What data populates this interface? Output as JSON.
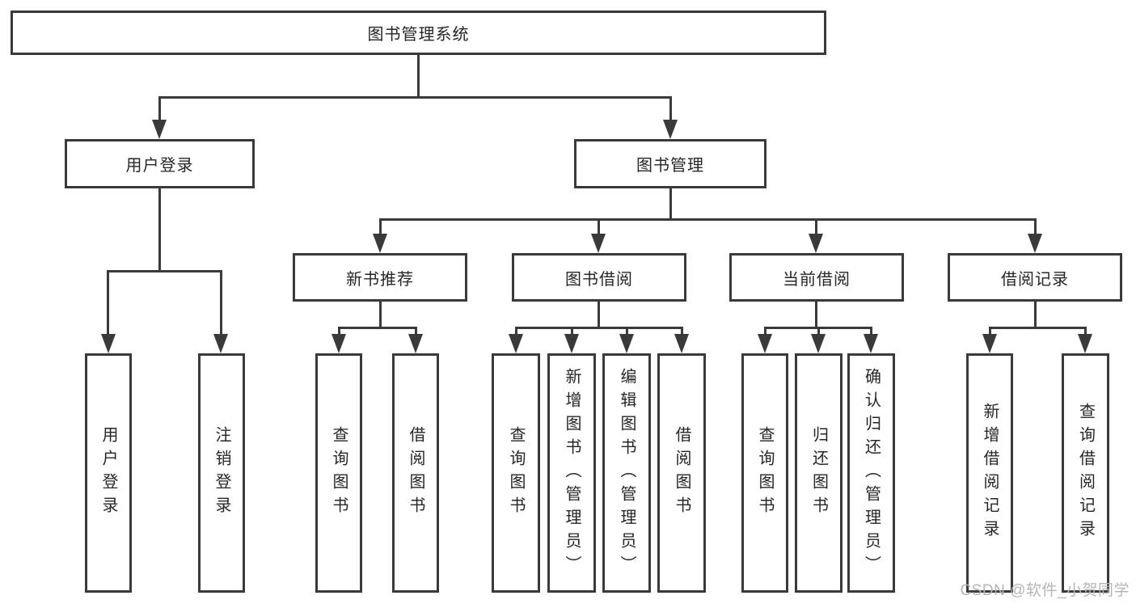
{
  "diagram": {
    "root": {
      "label": "图书管理系统"
    },
    "branches": {
      "user_login": {
        "label": "用户登录",
        "children": [
          {
            "label": "用户登录"
          },
          {
            "label": "注销登录"
          }
        ]
      },
      "book_mgmt": {
        "label": "图书管理",
        "modules": [
          {
            "label": "新书推荐",
            "children": [
              {
                "label": "查询图书"
              },
              {
                "label": "借阅图书"
              }
            ]
          },
          {
            "label": "图书借阅",
            "children": [
              {
                "label": "查询图书"
              },
              {
                "label": "新增图书（管理员）"
              },
              {
                "label": "编辑图书（管理员）"
              },
              {
                "label": "借阅图书"
              }
            ]
          },
          {
            "label": "当前借阅",
            "children": [
              {
                "label": "查询图书"
              },
              {
                "label": "归还图书"
              },
              {
                "label": "确认归还（管理员）"
              }
            ]
          },
          {
            "label": "借阅记录",
            "children": [
              {
                "label": "新增借阅记录"
              },
              {
                "label": "查询借阅记录"
              }
            ]
          }
        ]
      }
    }
  },
  "watermark": {
    "text": "CSDN @软件_小贺同学"
  },
  "colors": {
    "line": "#3a3a3a",
    "text": "#262626",
    "background": "#ffffff",
    "watermark": "#b5b5b9"
  }
}
